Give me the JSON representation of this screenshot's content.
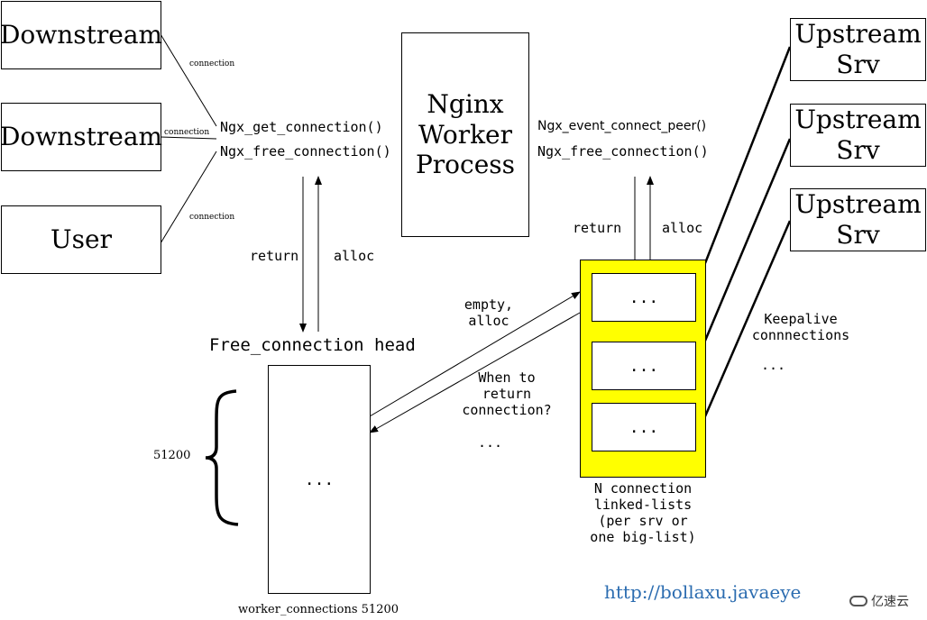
{
  "nodes": {
    "downstream_1": "Downstream",
    "downstream_2": "Downstream",
    "user": "User",
    "nginx_worker": "Nginx\nWorker\nProcess",
    "upstream_1": "Upstream\nSrv",
    "upstream_2": "Upstream\nSrv",
    "upstream_3": "Upstream\nSrv",
    "free_list_body": "...",
    "conn_slot_1": "...",
    "conn_slot_2": "...",
    "conn_slot_3": "..."
  },
  "edge_labels": {
    "connection_1": "connection",
    "connection_2": "connection",
    "connection_3": "connection",
    "return_left": "return",
    "alloc_left": "alloc",
    "return_right": "return",
    "alloc_right": "alloc",
    "empty_alloc": "empty,\nalloc",
    "when_to_return": "When to\nreturn\nconnection?",
    "middle_ellipsis": "...",
    "keepalive": "Keepalive\nconnnections",
    "keepalive_ellipsis": "..."
  },
  "functions": {
    "get_connection": "Ngx_get_connection()",
    "free_connection_left": "Ngx_free_connection()",
    "event_connect_peer": "Ngx_event_connect_peer()",
    "free_connection_right": "Ngx_free_connection()"
  },
  "labels": {
    "free_connection_head": "Free_connection head",
    "count_51200": "51200",
    "worker_connections": "worker_connections 51200",
    "linked_lists_caption": "N connection\nlinked-lists\n(per srv or\none big-list)",
    "url": "http://bollaxu.javaeye",
    "brand": "亿速云"
  },
  "colors": {
    "conn_pool_fill": "#ffff00",
    "url": "#2b6cb0"
  }
}
